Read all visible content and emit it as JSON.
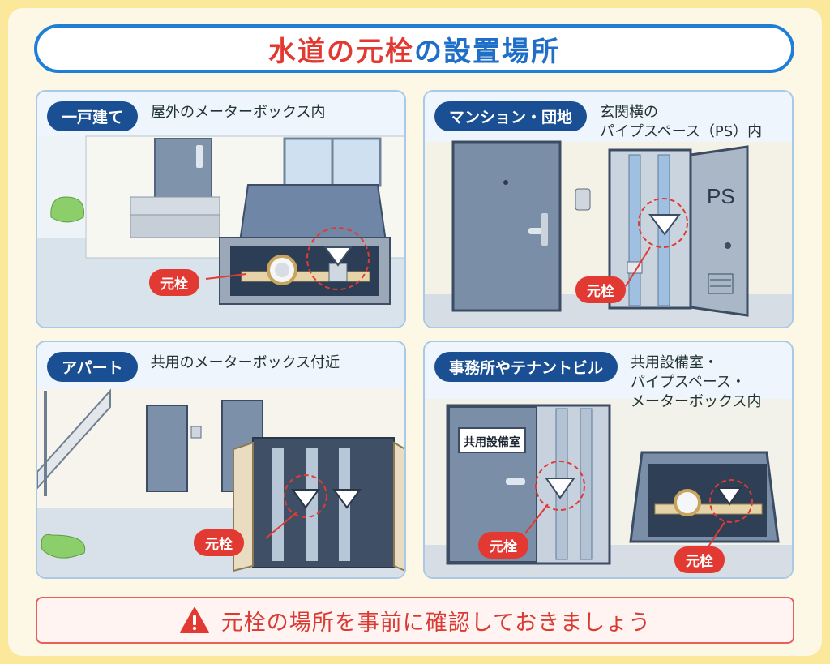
{
  "title": {
    "part1": "水道の元栓",
    "part2": "の設置場所"
  },
  "valve_label": "元栓",
  "panels": [
    {
      "pill": "一戸建て",
      "desc": "屋外のメーターボックス内"
    },
    {
      "pill": "マンション・団地",
      "desc": "玄関横の\nパイプスペース（PS）内",
      "door_mark": "PS"
    },
    {
      "pill": "アパート",
      "desc": "共用のメーターボックス付近"
    },
    {
      "pill": "事務所やテナントビル",
      "desc": "共用設備室・\nパイプスペース・\nメーターボックス内",
      "room_sign": "共用設備室"
    }
  ],
  "warning": {
    "text": "元栓の場所を事前に確認しておきましょう",
    "icon": "warning-icon"
  },
  "colors": {
    "accent_red": "#e23a32",
    "accent_blue": "#1f6fc8",
    "pill_navy": "#1a4f93",
    "background": "#fbe89a"
  }
}
